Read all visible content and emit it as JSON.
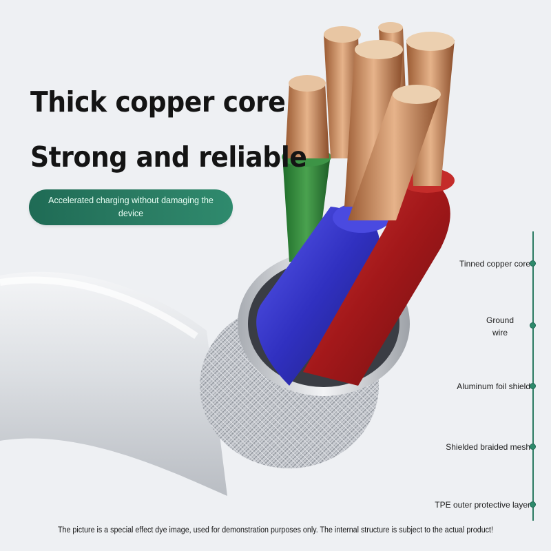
{
  "headline": {
    "line1": "Thick copper core",
    "line2": "Strong and reliable"
  },
  "badge": {
    "text": "Accelerated charging without damaging the device",
    "color": "#2a7c63"
  },
  "callouts": [
    {
      "label": "Tinned copper core"
    },
    {
      "label": "Ground wire"
    },
    {
      "label": "Aluminum foil shield"
    },
    {
      "label": "Shielded braided mesh"
    },
    {
      "label": "TPE outer protective layer"
    }
  ],
  "wires": [
    {
      "color_name": "green",
      "color": "#2f8a3a"
    },
    {
      "color_name": "blue",
      "color": "#3a3ec8"
    },
    {
      "color_name": "red",
      "color": "#b0201f"
    },
    {
      "color_name": "copper",
      "color": "#c98a5c"
    }
  ],
  "disclaimer": "The picture is a special effect dye image, used for demonstration purposes only. The internal structure is subject to the actual product!"
}
